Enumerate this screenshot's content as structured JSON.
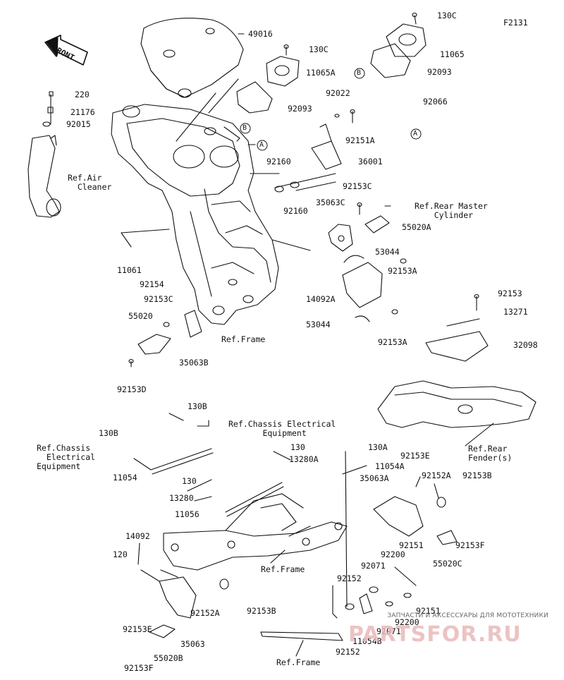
{
  "diagram_code": "F2131",
  "front_label": "FRONT",
  "parts": [
    {
      "id": "p130c_top",
      "text": "130C"
    },
    {
      "id": "p49016",
      "text": "49016"
    },
    {
      "id": "p130c",
      "text": "130C"
    },
    {
      "id": "p11065_top",
      "text": "11065"
    },
    {
      "id": "p11065a",
      "text": "11065A"
    },
    {
      "id": "p92093_top",
      "text": "92093"
    },
    {
      "id": "p220",
      "text": "220"
    },
    {
      "id": "p21176",
      "text": "21176"
    },
    {
      "id": "p92015",
      "text": "92015"
    },
    {
      "id": "p92022",
      "text": "92022"
    },
    {
      "id": "p92093",
      "text": "92093"
    },
    {
      "id": "p92066",
      "text": "92066"
    },
    {
      "id": "p92151a",
      "text": "92151A"
    },
    {
      "id": "p36001",
      "text": "36001"
    },
    {
      "id": "p92160a",
      "text": "92160"
    },
    {
      "id": "p92160b",
      "text": "92160"
    },
    {
      "id": "p92153c_r",
      "text": "92153C"
    },
    {
      "id": "p35063c",
      "text": "35063C"
    },
    {
      "id": "p55020a",
      "text": "55020A"
    },
    {
      "id": "p53044_a",
      "text": "53044"
    },
    {
      "id": "p92153a_1",
      "text": "92153A"
    },
    {
      "id": "p14092a",
      "text": "14092A"
    },
    {
      "id": "p53044_b",
      "text": "53044"
    },
    {
      "id": "p92153a_2",
      "text": "92153A"
    },
    {
      "id": "p11061",
      "text": "11061"
    },
    {
      "id": "p92154",
      "text": "92154"
    },
    {
      "id": "p92153c_l",
      "text": "92153C"
    },
    {
      "id": "p55020",
      "text": "55020"
    },
    {
      "id": "p35063b",
      "text": "35063B"
    },
    {
      "id": "p92153d",
      "text": "92153D"
    },
    {
      "id": "p92153",
      "text": "92153"
    },
    {
      "id": "p13271",
      "text": "13271"
    },
    {
      "id": "p32098",
      "text": "32098"
    },
    {
      "id": "p130b_1",
      "text": "130B"
    },
    {
      "id": "p130b_2",
      "text": "130B"
    },
    {
      "id": "p11054",
      "text": "11054"
    },
    {
      "id": "p130_1",
      "text": "130"
    },
    {
      "id": "p13280a",
      "text": "13280A"
    },
    {
      "id": "p130a",
      "text": "130A"
    },
    {
      "id": "p11054a",
      "text": "11054A"
    },
    {
      "id": "p92153e_r",
      "text": "92153E"
    },
    {
      "id": "p35063a",
      "text": "35063A"
    },
    {
      "id": "p92152a_r",
      "text": "92152A"
    },
    {
      "id": "p92153b_r",
      "text": "92153B"
    },
    {
      "id": "p130_2",
      "text": "130"
    },
    {
      "id": "p13280",
      "text": "13280"
    },
    {
      "id": "p11056",
      "text": "11056"
    },
    {
      "id": "p14092",
      "text": "14092"
    },
    {
      "id": "p120",
      "text": "120"
    },
    {
      "id": "p92151_1",
      "text": "92151"
    },
    {
      "id": "p92153f_r",
      "text": "92153F"
    },
    {
      "id": "p92200_1",
      "text": "92200"
    },
    {
      "id": "p55020c",
      "text": "55020C"
    },
    {
      "id": "p92071_1",
      "text": "92071"
    },
    {
      "id": "p92152",
      "text": "92152"
    },
    {
      "id": "p92151_2",
      "text": "92151"
    },
    {
      "id": "p92200_2",
      "text": "92200"
    },
    {
      "id": "p92071_2",
      "text": "92071"
    },
    {
      "id": "p92152a_l",
      "text": "92152A"
    },
    {
      "id": "p92153b_l",
      "text": "92153B"
    },
    {
      "id": "p92153e_l",
      "text": "92153E"
    },
    {
      "id": "p35063",
      "text": "35063"
    },
    {
      "id": "p55020b",
      "text": "55020B"
    },
    {
      "id": "p92153f_l",
      "text": "92153F"
    },
    {
      "id": "p11054b",
      "text": "11054B"
    },
    {
      "id": "p92152_b",
      "text": "92152"
    }
  ],
  "refs": [
    {
      "id": "r_air",
      "text": "Ref.Air\n  Cleaner"
    },
    {
      "id": "r_rearmaster",
      "text": "Ref.Rear Master\n    Cylinder"
    },
    {
      "id": "r_frame1",
      "text": "Ref.Frame"
    },
    {
      "id": "r_chassis1",
      "text": "Ref.Chassis Electrical\n       Equipment"
    },
    {
      "id": "r_chassis2",
      "text": "Ref.Chassis\n  Electrical\nEquipment"
    },
    {
      "id": "r_fender",
      "text": "Ref.Rear\nFender(s)"
    },
    {
      "id": "r_frame2",
      "text": "Ref.Frame"
    },
    {
      "id": "r_frame3",
      "text": "Ref.Frame"
    }
  ],
  "callouts": {
    "a": "A",
    "b": "B"
  },
  "watermark": {
    "caption": "ЗАПЧАСТИ И АКСЕССУАРЫ ДЛЯ МОТОТЕХНИКИ",
    "logo": "PARTSFOR.RU"
  },
  "colors": {
    "ink": "#111111",
    "watermark": "#e8b4b4"
  }
}
